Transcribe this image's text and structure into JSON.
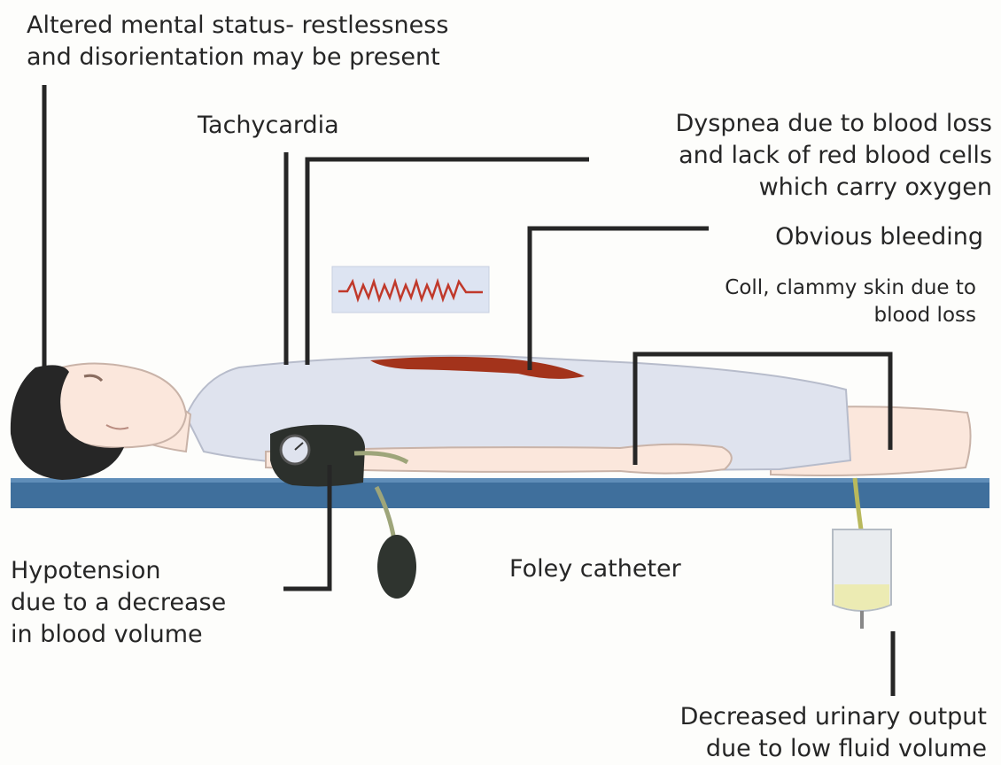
{
  "labels": {
    "mental_status": [
      "Altered mental status- restlessness",
      "and disorientation may be present"
    ],
    "tachycardia": [
      "Tachycardia"
    ],
    "dyspnea": [
      "Dyspnea due to blood loss",
      "and lack of red blood cells",
      "which carry oxygen"
    ],
    "bleeding": [
      "Obvious bleeding"
    ],
    "skin": [
      "Coll, clammy skin due to",
      "blood loss"
    ],
    "hypotension": [
      "Hypotension",
      "due to a decrease",
      "in blood volume"
    ],
    "foley": [
      "Foley catheter"
    ],
    "urinary": [
      "Decreased urinary output",
      "due to low fluid volume"
    ]
  },
  "colors": {
    "leader_line": "#262626",
    "table": "#3f6f9c",
    "gown": "#dfe3ee",
    "skin": "#fbe7dc",
    "hair": "#262626",
    "blood": "#a3331b",
    "ecg_trace": "#c0392b",
    "ecg_box": "#dde4f2",
    "cuff": "#2c302c"
  },
  "icons": [
    "ecg-monitor-icon",
    "blood-pressure-cuff-icon",
    "urine-bag-icon"
  ]
}
